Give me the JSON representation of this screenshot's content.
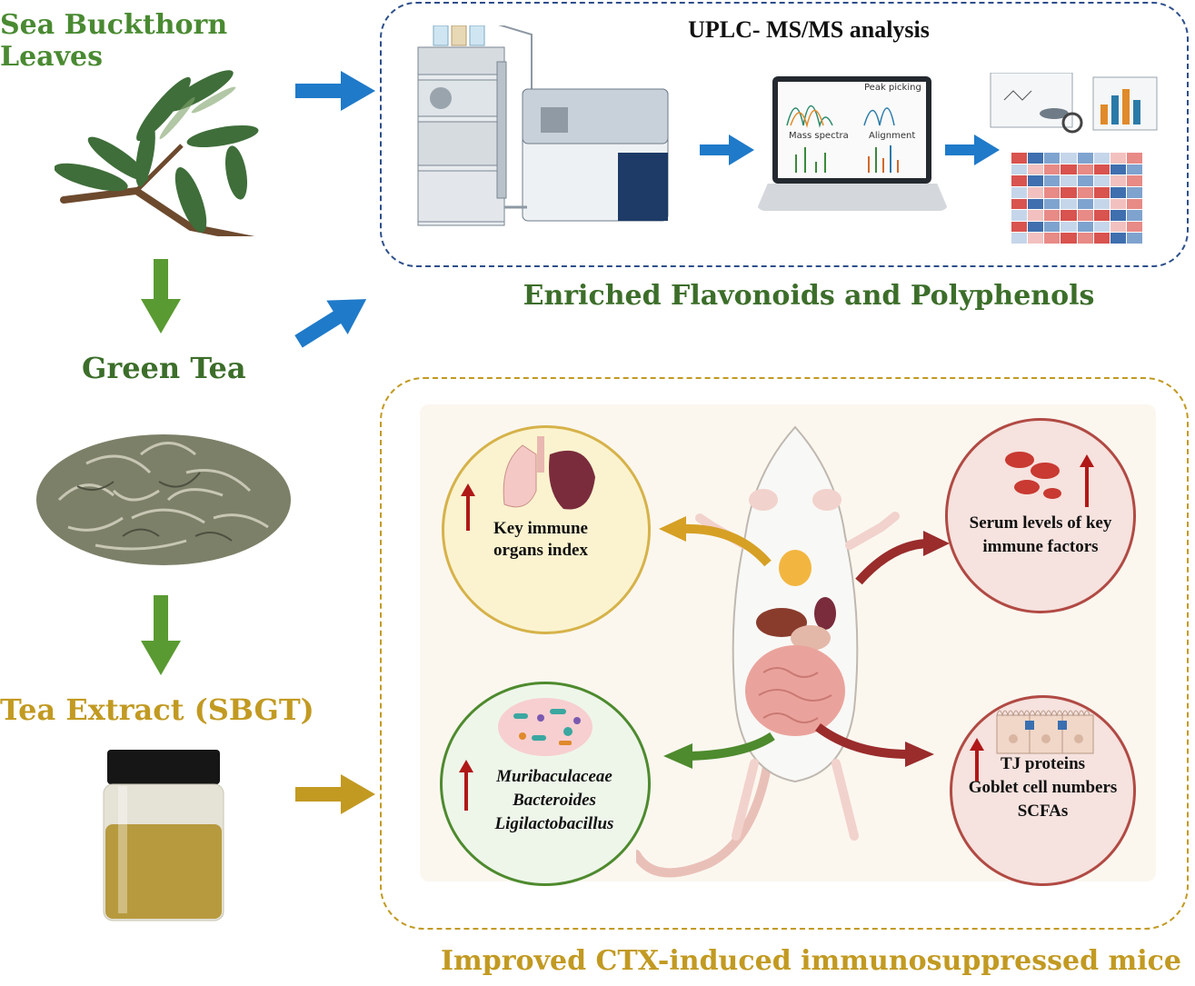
{
  "sources": {
    "leaves": "Sea Buckthorn Leaves",
    "green_tea": "Green Tea",
    "extract": "Tea Extract (SBGT)"
  },
  "analysis": {
    "title": "UPLC- MS/MS analysis",
    "screen_labels": [
      "Peak picking",
      "Mass spectra",
      "Alignment"
    ],
    "result": "Enriched Flavonoids and Polyphenols"
  },
  "mouse_panel": {
    "title": "Improved CTX-induced immunosuppressed mice",
    "organs": "Key immune organs index",
    "serum": "Serum levels of key immune factors",
    "microbiota": [
      "Muribaculaceae",
      "Bacteroides",
      "Ligilactobacillus"
    ],
    "intestine": [
      "TJ proteins",
      "Goblet cell numbers",
      "SCFAs"
    ]
  },
  "colors": {
    "blue_arrow": "#1f7ac9",
    "green_arrow": "#5a9a32",
    "gold_arrow": "#c29a22",
    "dashed_blue": "#2d4e8a",
    "dashed_gold": "#c29a22",
    "up_arrow": "#b01818"
  }
}
